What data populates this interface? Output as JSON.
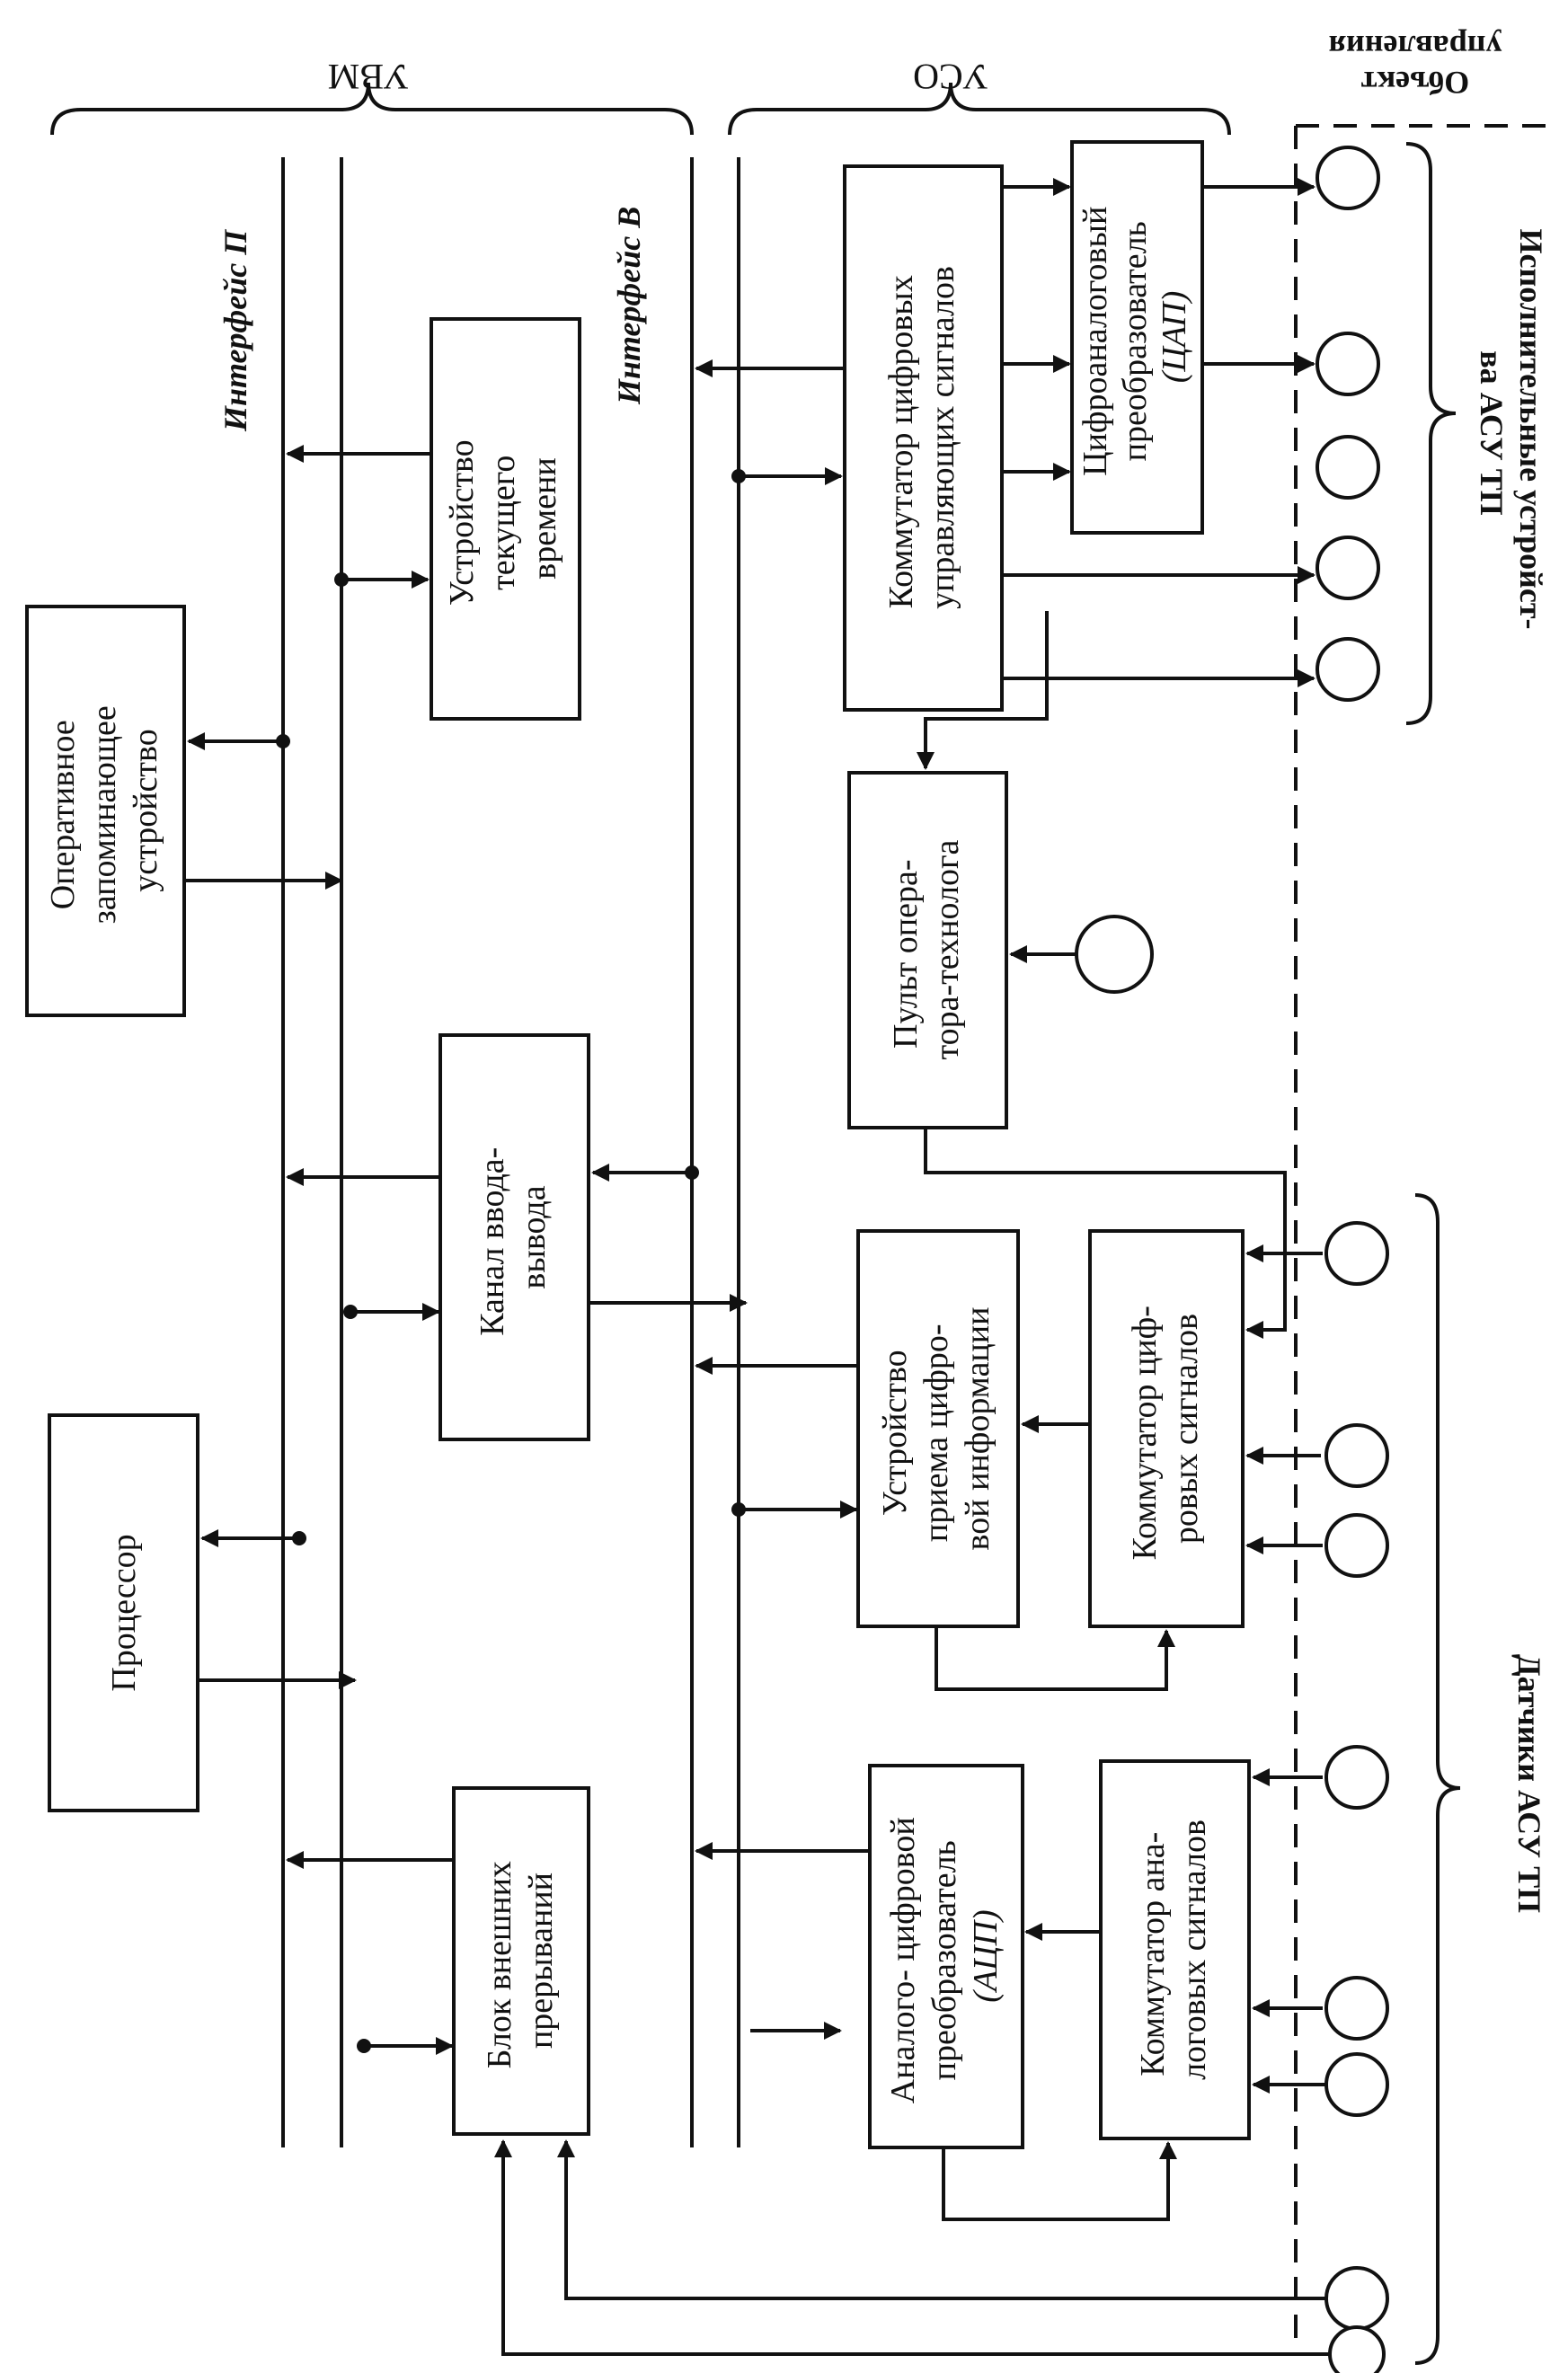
{
  "labels": {
    "uvm": "УВМ",
    "uso": "УСО",
    "object": [
      "Объект",
      "управления"
    ],
    "interface_p": "Интерфейс П",
    "interface_v": "Интерфейс В",
    "actuators": [
      "Исполнительные устройст-",
      "ва АСУ ТП"
    ],
    "sensors": "Датчики АСУ ТП"
  },
  "blocks": {
    "processor": [
      "Процессор"
    ],
    "ram": [
      "Оперативное",
      "запоминающее",
      "устройство"
    ],
    "clock": [
      "Устройство",
      "текущего",
      "времени"
    ],
    "io_channel": [
      "Канал ввода-",
      "вывода"
    ],
    "interrupts": [
      "Блок внешних",
      "прерываний"
    ],
    "adc": [
      "Аналого- цифровой",
      "преобразователь",
      "(АЦП)"
    ],
    "analog_switch": [
      "Коммутатор ана-",
      "логовых сигналов"
    ],
    "digital_input": [
      "Устройство",
      "приема цифро-",
      "вой информации"
    ],
    "digital_switch": [
      "Коммутатор циф-",
      "ровых сигналов"
    ],
    "operator_panel": [
      "Пульт опера-",
      "тора-технолога"
    ],
    "control_switch": [
      "Коммутатор цифровых",
      "управляющих сигналов"
    ],
    "dac": [
      "Цифроаналоговый",
      "преобразователь",
      "(ЦАП)"
    ]
  }
}
